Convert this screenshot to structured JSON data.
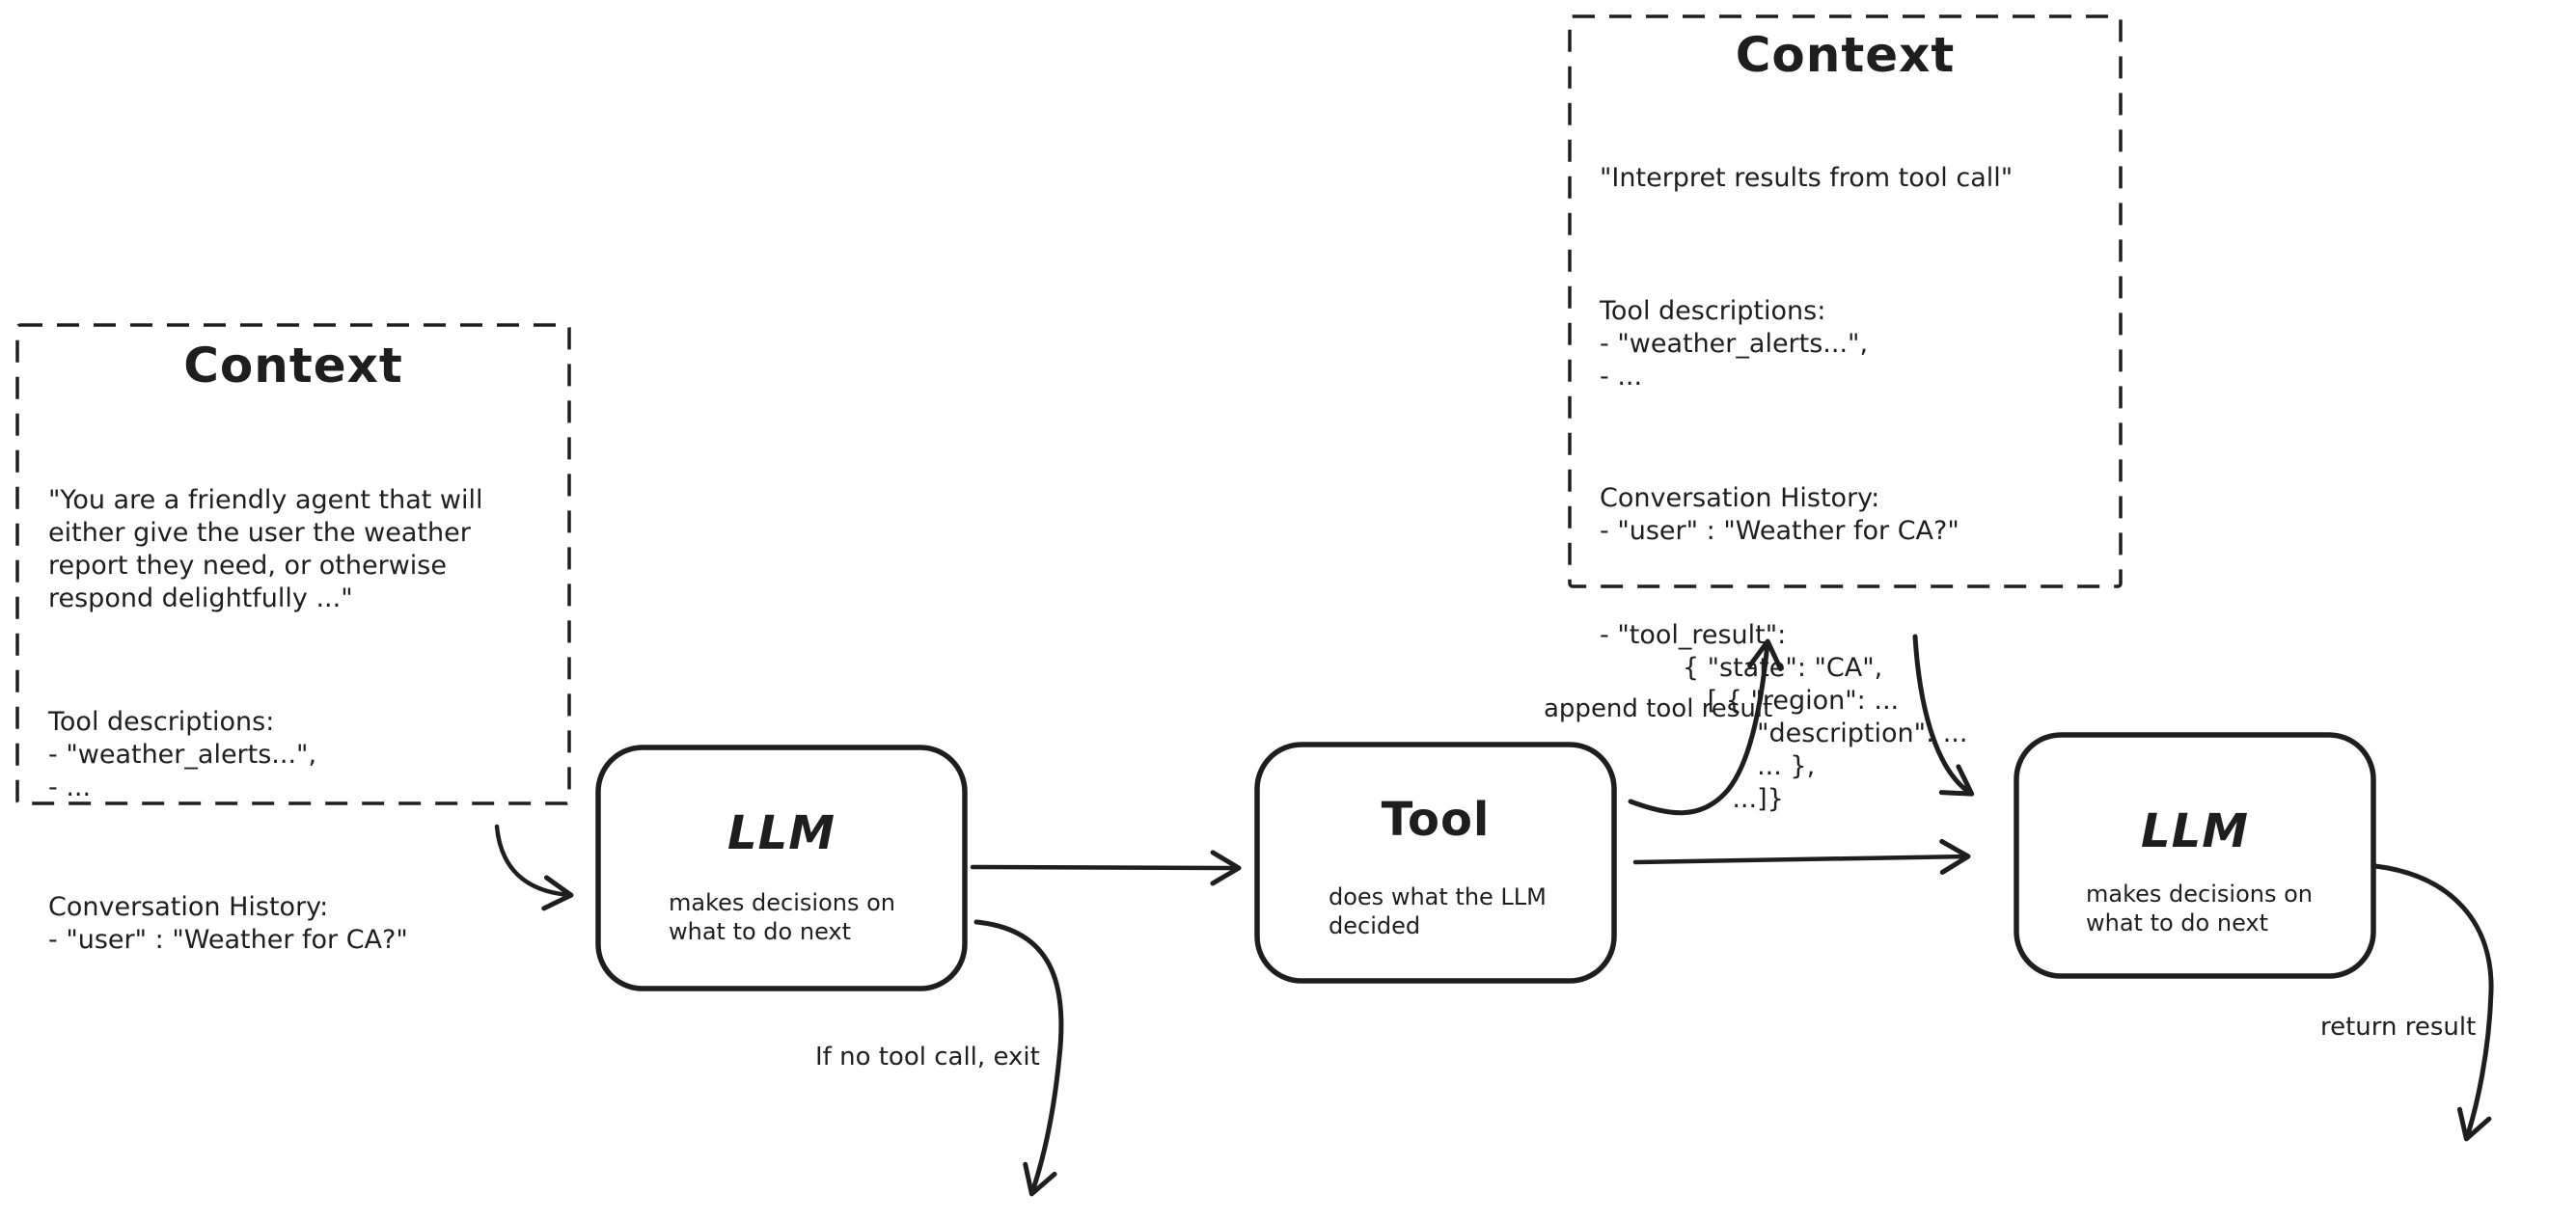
{
  "diagram": {
    "colors": {
      "ink": "#1e1e1e",
      "background": "#ffffff"
    },
    "context_left": {
      "title": "Context",
      "p1": "\"You are a friendly agent that will\neither give the user the weather\nreport they need, or otherwise\nrespond delightfully ...\"",
      "p2": "Tool descriptions:\n- \"weather_alerts...\",\n- ...",
      "p3": "Conversation History:\n- \"user\" : \"Weather for CA?\""
    },
    "context_right": {
      "title": "Context",
      "p1": "\"Interpret results from tool call\"",
      "p2": "Tool descriptions:\n- \"weather_alerts...\",\n- ...",
      "p3": "Conversation History:\n- \"user\" : \"Weather for CA?\"",
      "p4": "- \"tool_result\":\n          { \"state\": \"CA\",\n             [ { \"region\": ...\n                   \"description\": ...\n                   ... },\n                ...]}"
    },
    "llm1": {
      "title": "LLM",
      "subtitle": "makes decisions on\nwhat to do next"
    },
    "tool": {
      "title": "Tool",
      "subtitle": "does what the LLM\ndecided"
    },
    "llm2": {
      "title": "LLM",
      "subtitle": "makes decisions on\nwhat to do next"
    },
    "labels": {
      "append_tool_result": "append tool result",
      "if_no_tool_call_exit": "If no tool call, exit",
      "return_result": "return result"
    }
  }
}
